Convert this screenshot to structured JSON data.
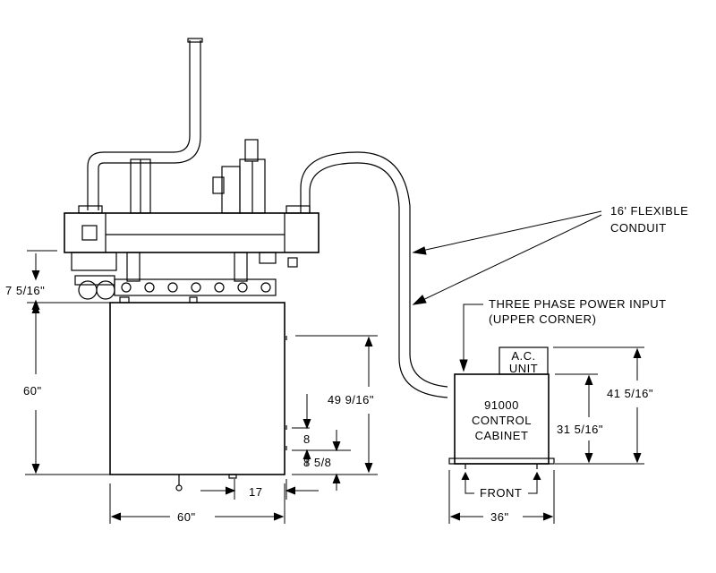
{
  "labels": {
    "flexible_conduit_line1": "16' FLEXIBLE",
    "flexible_conduit_line2": "CONDUIT",
    "power_input_line1": "THREE PHASE POWER INPUT",
    "power_input_line2": "(UPPER CORNER)",
    "ac_unit_line1": "A.C.",
    "ac_unit_line2": "UNIT",
    "cabinet_line1": "91000",
    "cabinet_line2": "CONTROL",
    "cabinet_line3": "CABINET",
    "front": "FRONT"
  },
  "dimensions": {
    "top_offset": "7 5/16\"",
    "height_left": "60\"",
    "height_inner": "49 9/16\"",
    "small_a": "8",
    "small_b": "8 5/8",
    "bottom_offset": "17",
    "width_left": "60\"",
    "cabinet_height": "31 5/16\"",
    "total_height_right": "41 5/16\"",
    "cabinet_width": "36\""
  },
  "colors": {
    "ink": "#000000",
    "paper": "#ffffff"
  }
}
